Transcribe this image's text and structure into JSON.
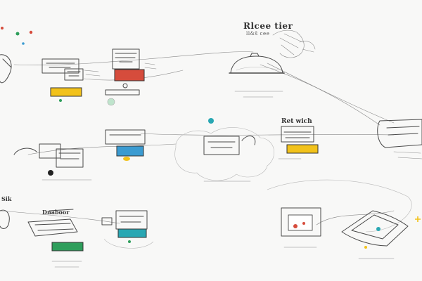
{
  "labels": {
    "top_title": "Rlcee tier",
    "top_subtitle": "ll&s̆ cee",
    "center_right": "Ret wich",
    "left_mid": "Sik",
    "bottom_left": "Dnaboor"
  },
  "colors": {
    "yellow": "#f2c21b",
    "red": "#d64c3c",
    "blue": "#3b9bd1",
    "teal": "#29a7b3",
    "green": "#2e9e5b",
    "dark": "#222222"
  }
}
